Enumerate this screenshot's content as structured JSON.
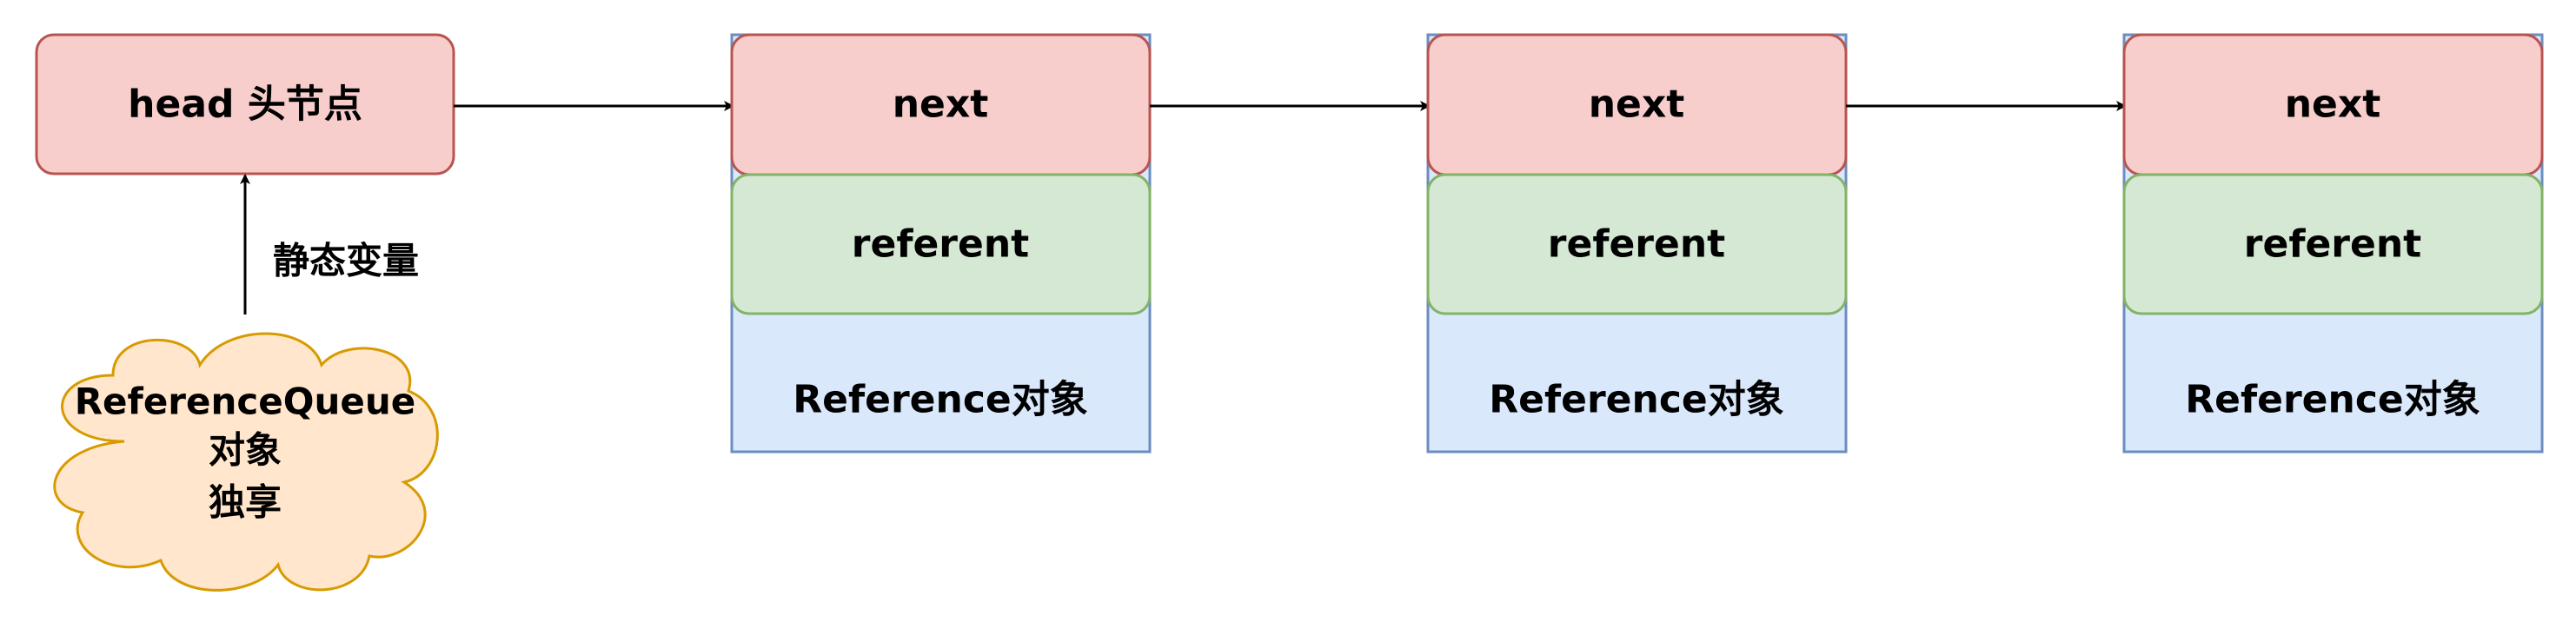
{
  "head_node": {
    "label": "head 头节点"
  },
  "edge_label": "静态变量",
  "queue": {
    "lines": [
      "ReferenceQueue",
      "对象",
      "独享"
    ]
  },
  "reference_nodes": [
    {
      "next_label": "next",
      "referent_label": "referent",
      "object_label": "Reference对象"
    },
    {
      "next_label": "next",
      "referent_label": "referent",
      "object_label": "Reference对象"
    },
    {
      "next_label": "next",
      "referent_label": "referent",
      "object_label": "Reference对象"
    }
  ],
  "colors": {
    "red_fill": "#f8cecc",
    "red_stroke": "#b85450",
    "green_fill": "#d5e8d4",
    "green_stroke": "#82b366",
    "blue_fill": "#dae8fc",
    "blue_stroke": "#6c8ebf",
    "cloud_fill": "#ffe6cc",
    "cloud_stroke": "#d79b00",
    "arrow": "#000000"
  }
}
